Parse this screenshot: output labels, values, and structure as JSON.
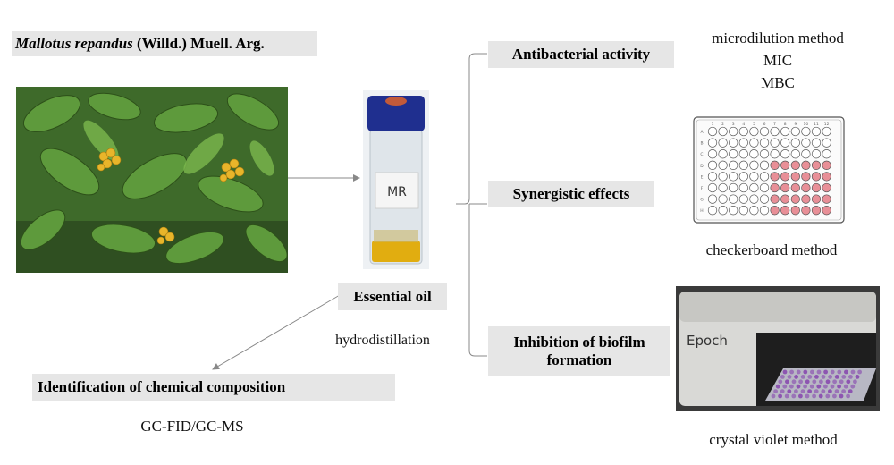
{
  "species": {
    "name_italic": "Mallotus repandus",
    "authority": " (Willd.) Muell. Arg."
  },
  "nodes": {
    "essential_oil": "Essential oil",
    "hydrodistillation": "hydrodistillation",
    "identification": "Identification of chemical composition",
    "gc_method": "GC-FID/GC-MS",
    "antibacterial": "Antibacterial activity",
    "synergistic": "Synergistic effects",
    "biofilm_line1": "Inhibition of biofilm",
    "biofilm_line2": "formation"
  },
  "methods": {
    "microdilution": "microdilution method",
    "mic": "MIC",
    "mbc": "MBC",
    "checkerboard": "checkerboard method",
    "crystal_violet": "crystal violet method"
  },
  "vial": {
    "label": "MR"
  },
  "reader": {
    "brand": "Epoch"
  },
  "plate": {
    "cols": [
      "1",
      "2",
      "3",
      "4",
      "5",
      "6",
      "7",
      "8",
      "9",
      "10",
      "11",
      "12"
    ],
    "rows": [
      "A",
      "B",
      "C",
      "D",
      "E",
      "F",
      "G",
      "H"
    ],
    "pink_from_row": 3,
    "pink_from_col": 6
  },
  "colors": {
    "box_bg": "#e6e6e6",
    "vial_cap": "#1f2f8f",
    "oil": "#e1ad10",
    "well_pink": "#e88f97",
    "crystal_violet": "#8a4fb0"
  }
}
